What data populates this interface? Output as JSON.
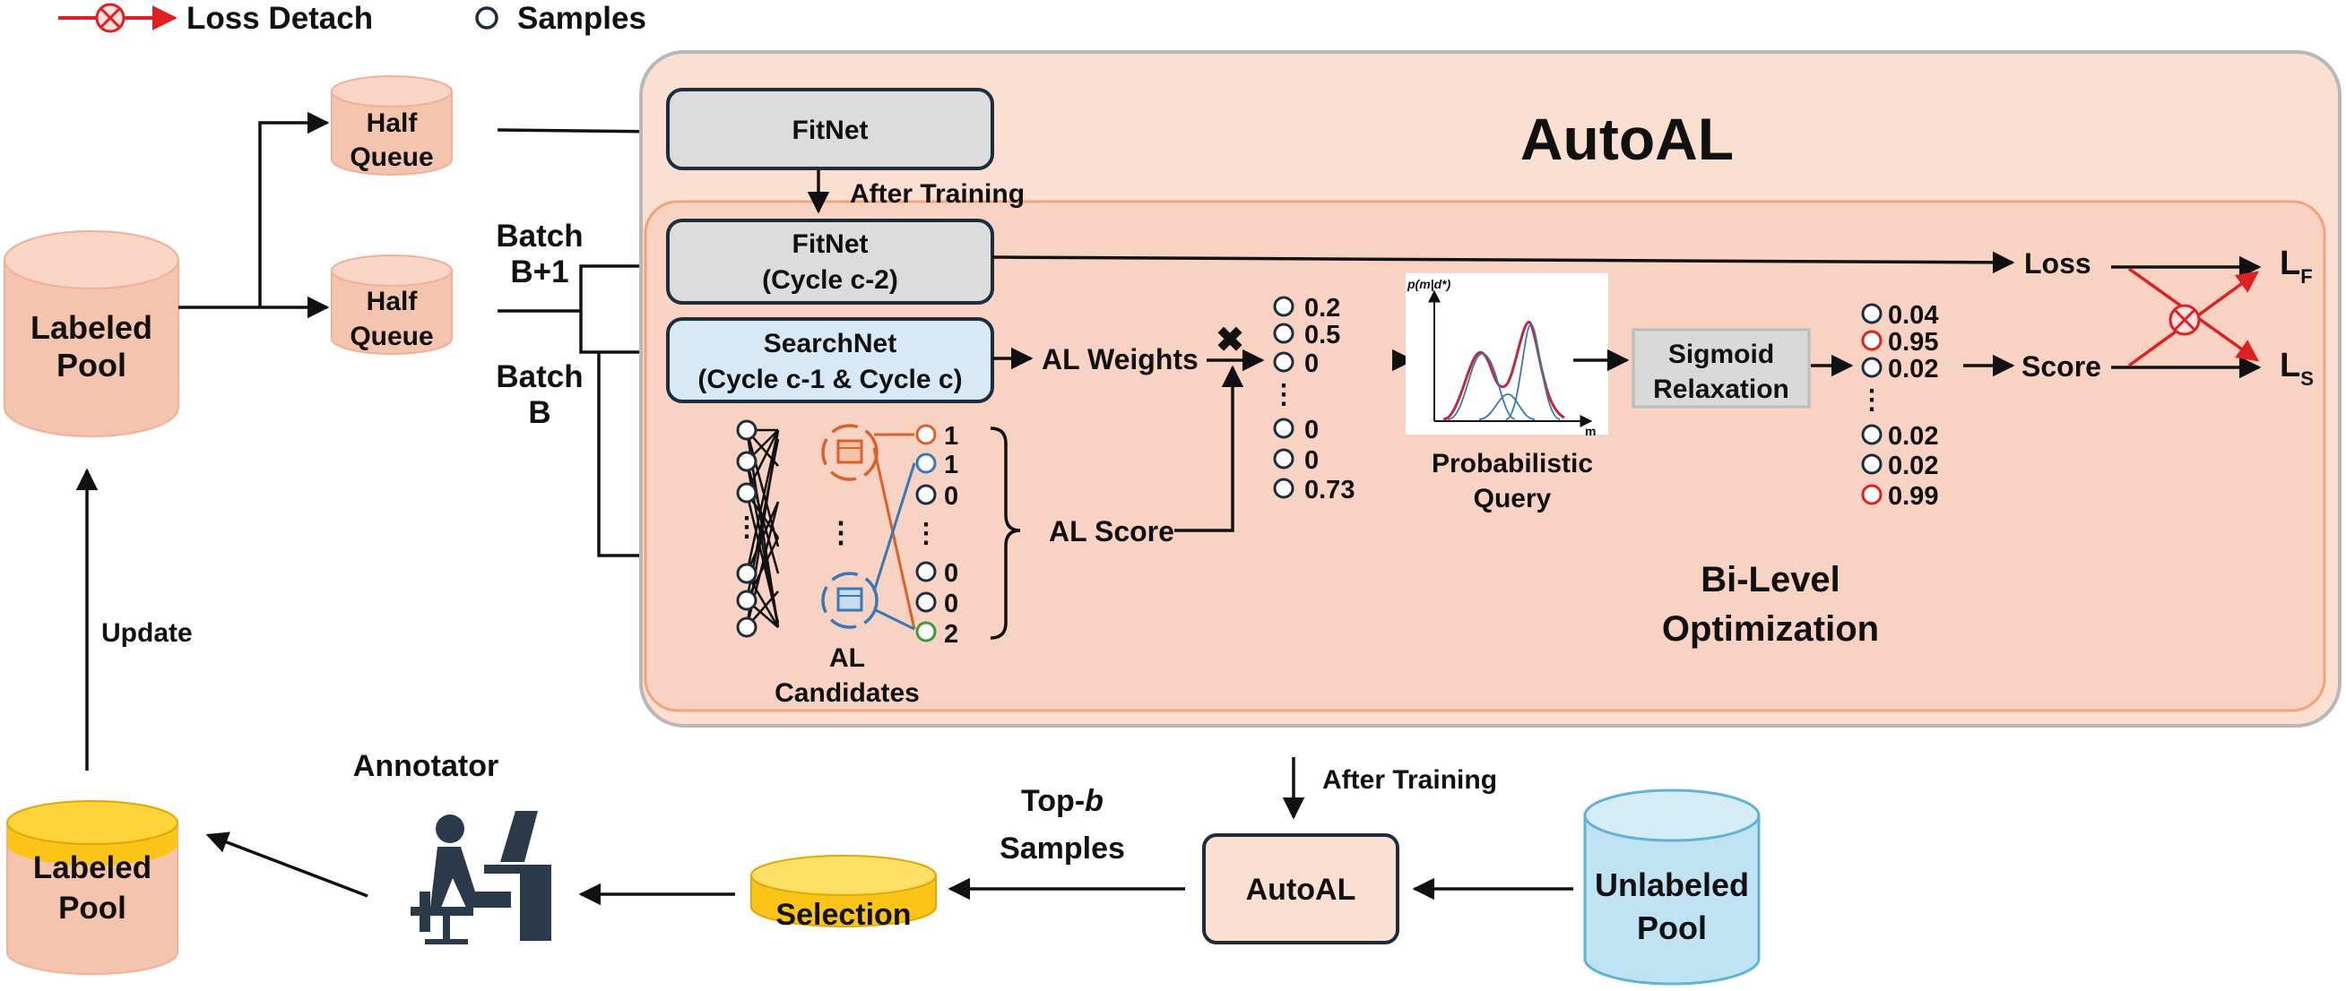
{
  "legend": {
    "loss_detach": "Loss Detach",
    "samples": "Samples"
  },
  "pools": {
    "labeled_left": [
      "Labeled",
      "Pool"
    ],
    "labeled_bottom": [
      "Labeled",
      "Pool"
    ],
    "unlabeled": [
      "Unlabeled",
      "Pool"
    ]
  },
  "queues": {
    "half_top": [
      "Half",
      "Queue"
    ],
    "half_bottom": [
      "Half",
      "Queue"
    ]
  },
  "batches": {
    "b_plus_1": [
      "Batch",
      "B+1"
    ],
    "b": [
      "Batch",
      "B"
    ]
  },
  "autoal": {
    "title": "AutoAL",
    "fitnet_top": "FitNet",
    "after_training_inner": "After Training",
    "fitnet_cycle": [
      "FitNet",
      "(Cycle c-2)"
    ],
    "searchnet": [
      "SearchNet",
      "(Cycle c-1 & Cycle c)"
    ],
    "al_weights": "AL Weights",
    "al_score": "AL Score",
    "al_candidates": [
      "AL",
      "Candidates"
    ],
    "candidate_scores": [
      "1",
      "1",
      "0",
      "0",
      "0",
      "2"
    ],
    "weight_values": [
      "0.2",
      "0.5",
      "0",
      "0",
      "0",
      "0.73"
    ],
    "prob_query": [
      "Probabilistic",
      "Query"
    ],
    "prob_plot_ylabel": "p(m|d*)",
    "prob_plot_xlabel": "m",
    "sigmoid": [
      "Sigmoid",
      "Relaxation"
    ],
    "relaxed_values": [
      "0.04",
      "0.95",
      "0.02",
      "0.02",
      "0.02",
      "0.99"
    ],
    "loss": "Loss",
    "score": "Score",
    "lf": "L",
    "lf_sub": "F",
    "ls": "L",
    "ls_sub": "S",
    "bilevel": [
      "Bi-Level",
      "Optimization"
    ]
  },
  "bottom": {
    "after_training": "After Training",
    "autoal_box": "AutoAL",
    "selection": "Selection",
    "top_b": [
      "Top-",
      "b",
      "Samples"
    ],
    "annotator": "Annotator",
    "update": "Update"
  },
  "colors": {
    "pool_fill": "#f5c4ae",
    "pool_top": "#f8d5c4",
    "queue_fill": "#f5c4ae",
    "yellow": "#fcc419",
    "unlabeled_fill": "#bfe3f2",
    "unlabeled_stroke": "#5fb3d6",
    "outer_bg": "#fbe0d2",
    "inner_stroke": "#f0a47a",
    "gray_box": "#dcdcdc",
    "blue_box": "#d7e8f6",
    "red": "#e02020",
    "dark": "#1c2e3e",
    "orange_icon": "#d9622b",
    "blue_icon": "#3a78b5",
    "green_node": "#3b9a3b"
  }
}
